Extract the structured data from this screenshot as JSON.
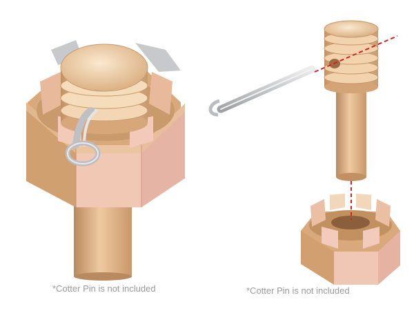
{
  "captions": {
    "assembled": "*Cotter Pin is not included",
    "exploded": "*Cotter Pin is not included"
  },
  "colors": {
    "background": "#ffffff",
    "metal_light": "#f2d3ab",
    "metal_mid": "#ddb084",
    "metal_dark": "#b98a5f",
    "nut_pink": "#ecc4b8",
    "pin_silver": "#c9cacc",
    "centerline_red": "#d62020",
    "caption_gray": "#9a9a9a"
  },
  "icons": [
    "castle-nut",
    "bolt",
    "cotter-pin",
    "centerline"
  ]
}
